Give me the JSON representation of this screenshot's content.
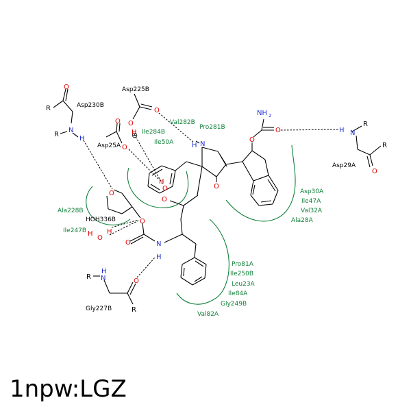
{
  "title": "1npw:LGZ",
  "residues": {
    "asp230b": "Asp230B",
    "asp225b": "Asp225B",
    "asp25a": "Asp25A",
    "asp29a": "Asp29A",
    "gly227b": "Gly227B",
    "hoh336b": "HOH336B"
  },
  "hydrophobic": {
    "val282b": "Val282B",
    "pro281b": "Pro281B",
    "ile284b": "Ile284B",
    "ile50a": "Ile50A",
    "ala228b": "Ala228B",
    "ile247b": "Ile247B",
    "asp30a": "Asp30A",
    "ile47a": "Ile47A",
    "val32a": "Val32A",
    "ala28a": "Ala28A",
    "pro81a": "Pro81A",
    "ile250b": "Ile250B",
    "leu23a": "Leu23A",
    "ile84a": "Ile84A",
    "gly249b": "Gly249B",
    "val82a": "Val82A"
  },
  "atoms": {
    "O": "O",
    "N": "N",
    "H": "H",
    "R": "R",
    "NH2": "NH",
    "sub2": "2",
    "minus": "⊖"
  }
}
